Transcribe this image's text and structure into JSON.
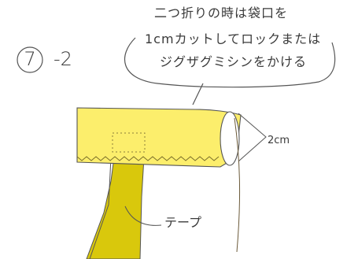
{
  "step": {
    "number": "7",
    "suffix": "-2"
  },
  "callout": {
    "lines": [
      "二つ折りの時は袋口を",
      "1cmカットしてロックまたは",
      "ジグザグミシンをかける"
    ]
  },
  "labels": {
    "seam_allowance": "2cm",
    "tape": "テープ"
  },
  "colors": {
    "fabric_yellow": "#fcee6c",
    "tape_yellow": "#d9c80c",
    "outline": "#555555",
    "stitch": "#7a6e2a"
  }
}
